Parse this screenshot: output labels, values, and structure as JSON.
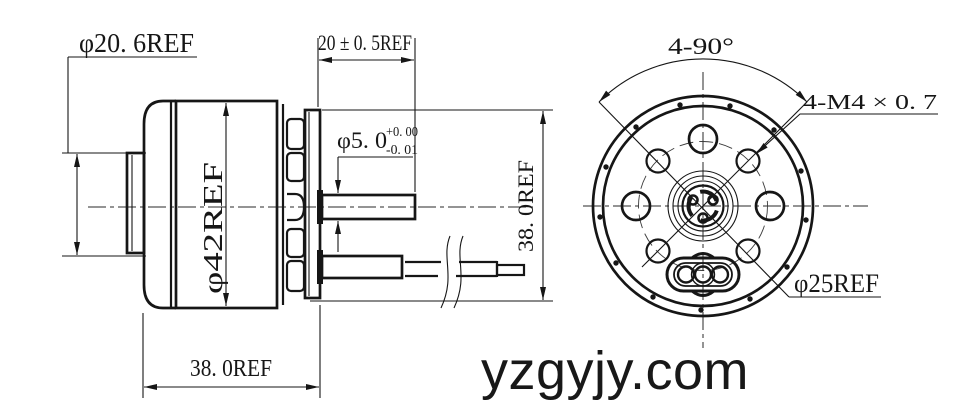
{
  "colors": {
    "line": "#161616",
    "background": "#ffffff",
    "watermark": "#181818"
  },
  "watermark": {
    "text": "yzgyjy.com"
  },
  "side_view": {
    "dims": {
      "boss_diameter": "φ20. 6REF",
      "shaft_length": "20 ± 0. 5REF",
      "shaft_diameter": "φ5. 0",
      "shaft_diameter_tol_upper": "+0. 00",
      "shaft_diameter_tol_lower": "-0. 01",
      "body_diameter": "φ42REF",
      "mount_plate_height": "38. 0REF",
      "body_length": "38. 0REF"
    }
  },
  "front_view": {
    "dims": {
      "mount_hole_angle": "4-90°",
      "mount_thread": "4-M4 × 0. 7",
      "bolt_circle_diameter": "φ25REF"
    }
  }
}
